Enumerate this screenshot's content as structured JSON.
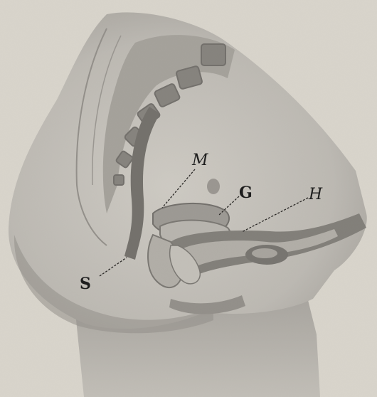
{
  "figure": {
    "description_free": true,
    "labels": {
      "M": "M",
      "G": "G",
      "H": "H",
      "S": "S"
    },
    "colors": {
      "paper": "#d9d5cc",
      "tissue_light": "#b9b6b0",
      "tissue_mid": "#8f8c87",
      "tissue_dark": "#4e4c49",
      "ink": "#1e1e1e"
    }
  }
}
